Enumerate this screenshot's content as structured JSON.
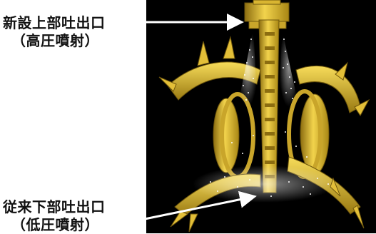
{
  "labels": {
    "upper": {
      "line1": "新設上部吐出口",
      "line2": "（高圧噴射）"
    },
    "lower": {
      "line1": "従来下部吐出口",
      "line2": "（低圧噴射）"
    }
  },
  "colors": {
    "machine": "#e8c53a",
    "machine_shadow": "#9a7d12",
    "background_scene": "#000000",
    "spray": "#ffffff",
    "arrow": "#ffffff"
  }
}
